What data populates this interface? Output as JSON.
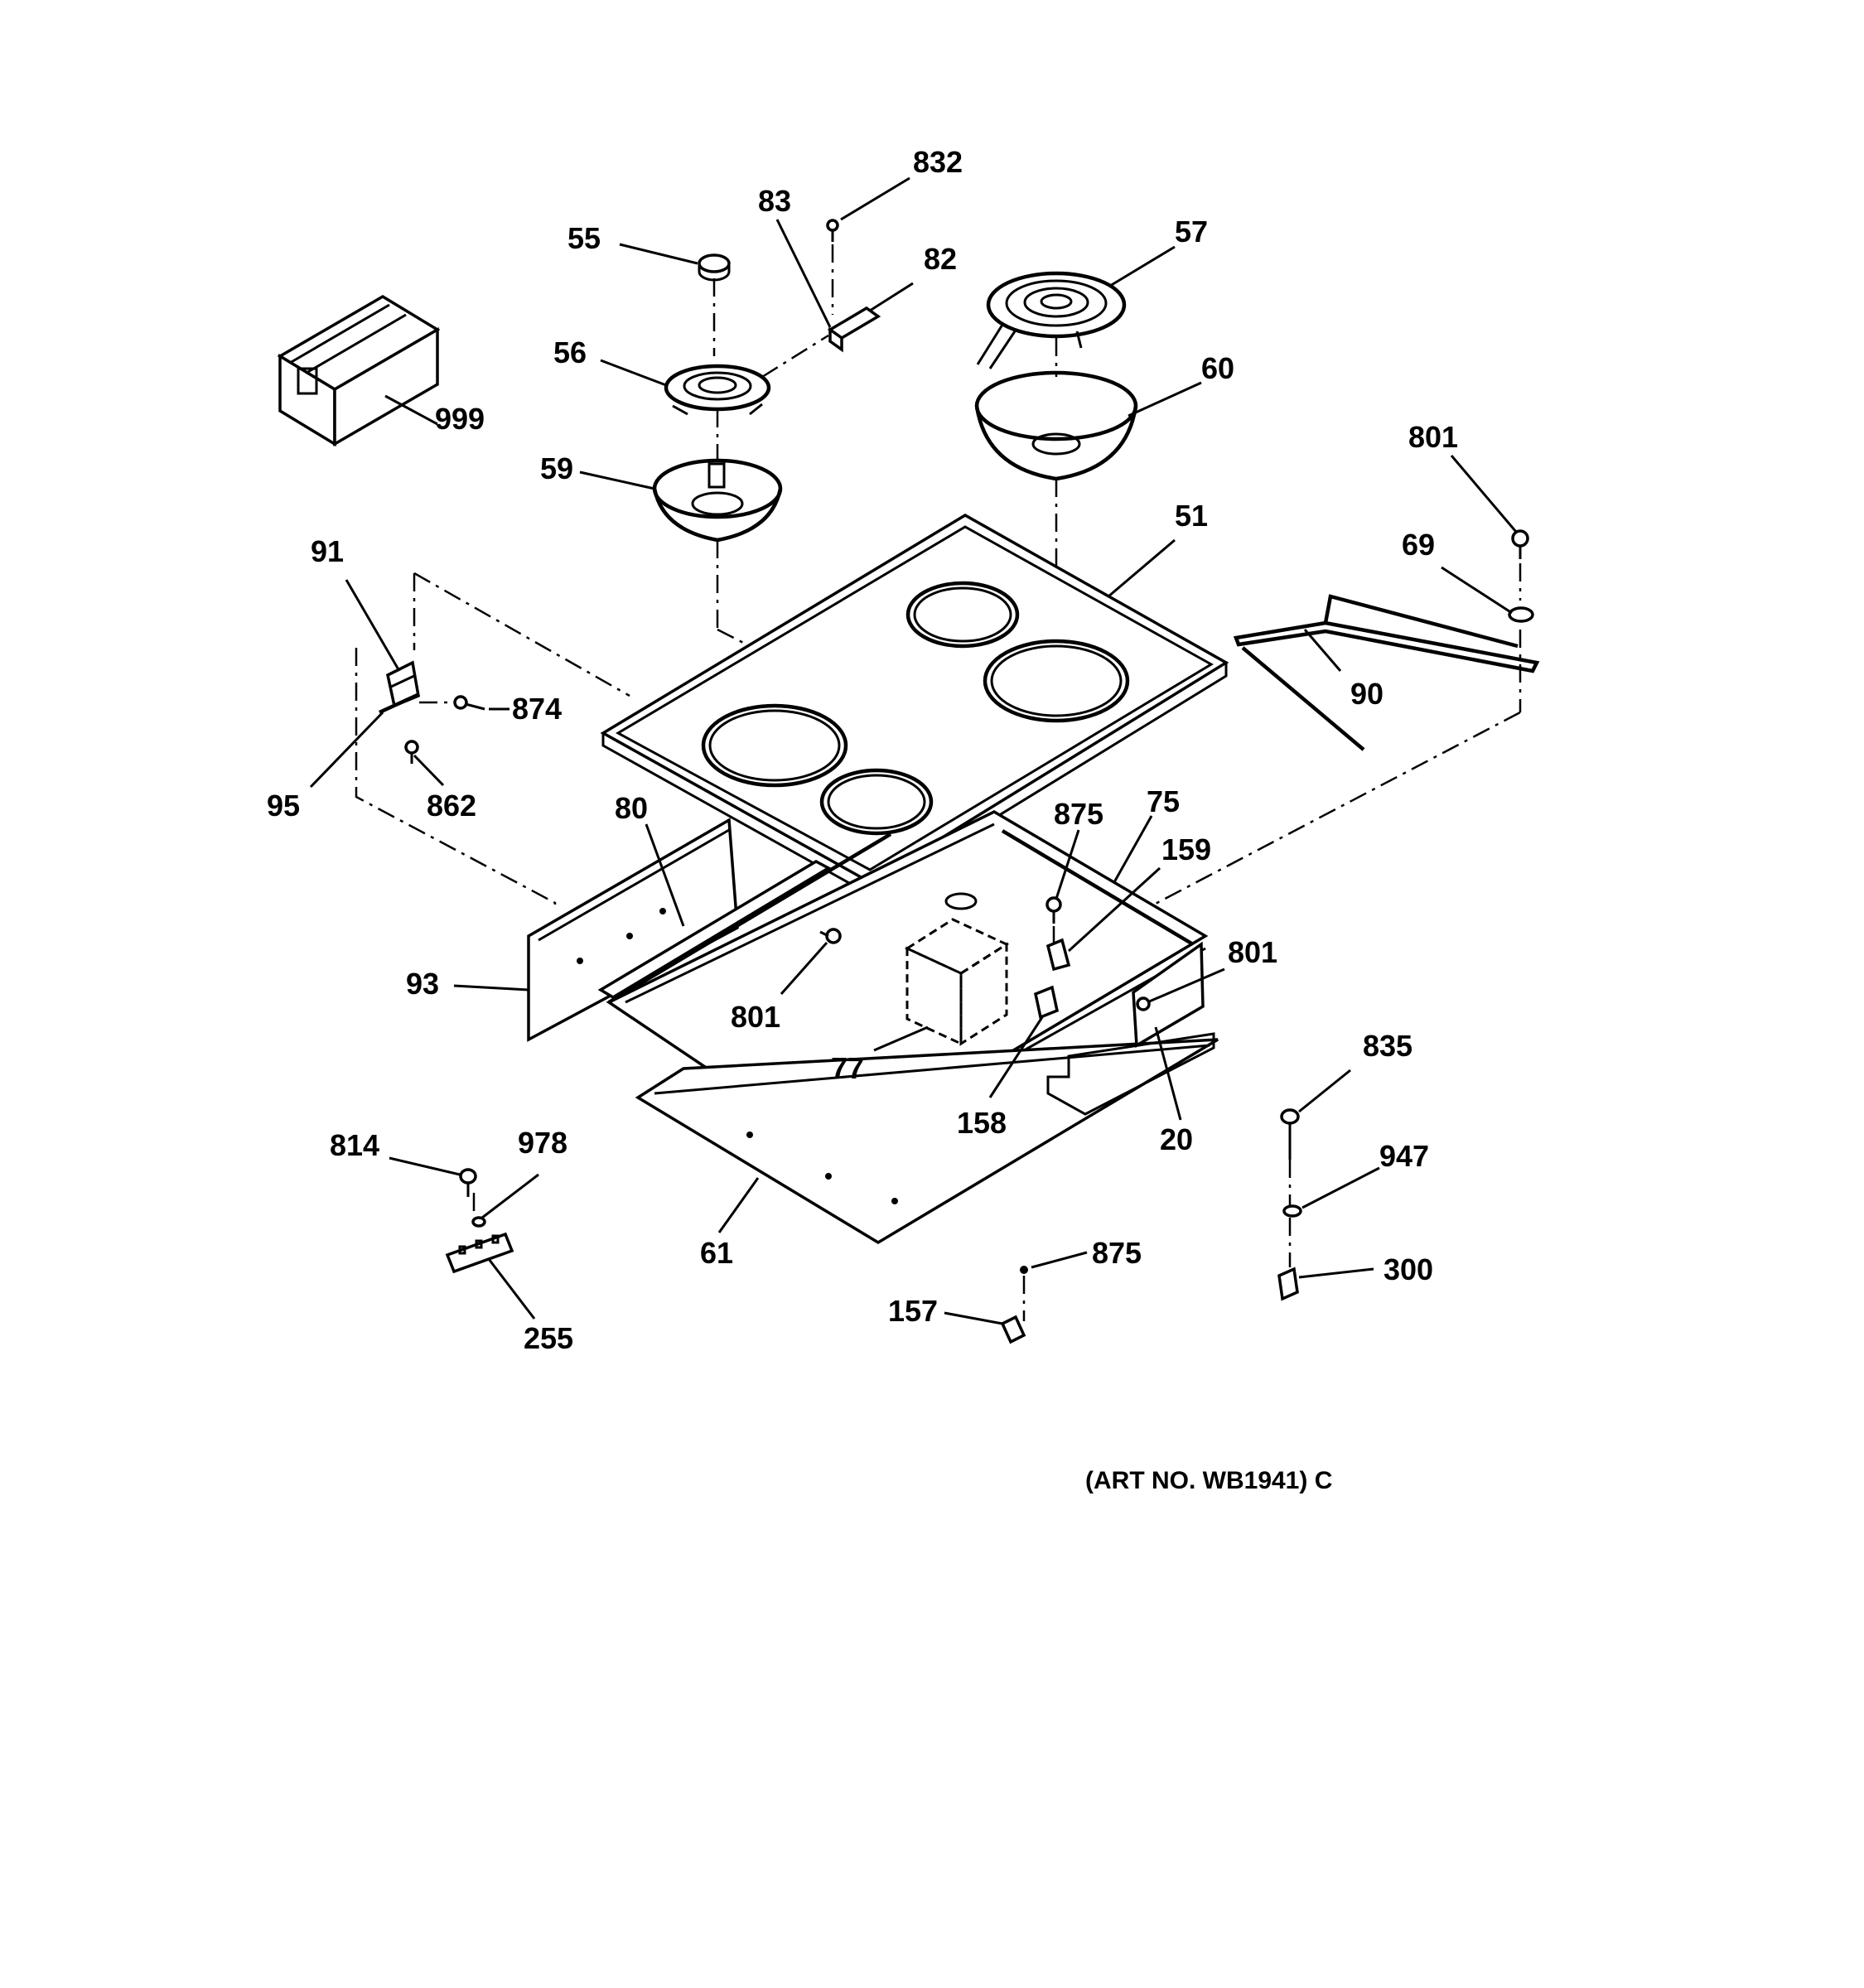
{
  "callouts": [
    {
      "id": "c832",
      "text": "832"
    },
    {
      "id": "c83",
      "text": "83"
    },
    {
      "id": "c55",
      "text": "55"
    },
    {
      "id": "c57",
      "text": "57"
    },
    {
      "id": "c82",
      "text": "82"
    },
    {
      "id": "c56",
      "text": "56"
    },
    {
      "id": "c999",
      "text": "999"
    },
    {
      "id": "c60",
      "text": "60"
    },
    {
      "id": "c801a",
      "text": "801"
    },
    {
      "id": "c59",
      "text": "59"
    },
    {
      "id": "c51",
      "text": "51"
    },
    {
      "id": "c91",
      "text": "91"
    },
    {
      "id": "c69",
      "text": "69"
    },
    {
      "id": "c874",
      "text": "874"
    },
    {
      "id": "c90",
      "text": "90"
    },
    {
      "id": "c95",
      "text": "95"
    },
    {
      "id": "c862",
      "text": "862"
    },
    {
      "id": "c80",
      "text": "80"
    },
    {
      "id": "c875a",
      "text": "875"
    },
    {
      "id": "c75",
      "text": "75"
    },
    {
      "id": "c159",
      "text": "159"
    },
    {
      "id": "c801b",
      "text": "801"
    },
    {
      "id": "c93",
      "text": "93"
    },
    {
      "id": "c801c",
      "text": "801"
    },
    {
      "id": "c77",
      "text": "77"
    },
    {
      "id": "c835",
      "text": "835"
    },
    {
      "id": "c158",
      "text": "158"
    },
    {
      "id": "c20",
      "text": "20"
    },
    {
      "id": "c814",
      "text": "814"
    },
    {
      "id": "c978",
      "text": "978"
    },
    {
      "id": "c947",
      "text": "947"
    },
    {
      "id": "c61",
      "text": "61"
    },
    {
      "id": "c875b",
      "text": "875"
    },
    {
      "id": "c300",
      "text": "300"
    },
    {
      "id": "c157",
      "text": "157"
    },
    {
      "id": "c255",
      "text": "255"
    }
  ],
  "art_number": "(ART NO. WB1941) C"
}
